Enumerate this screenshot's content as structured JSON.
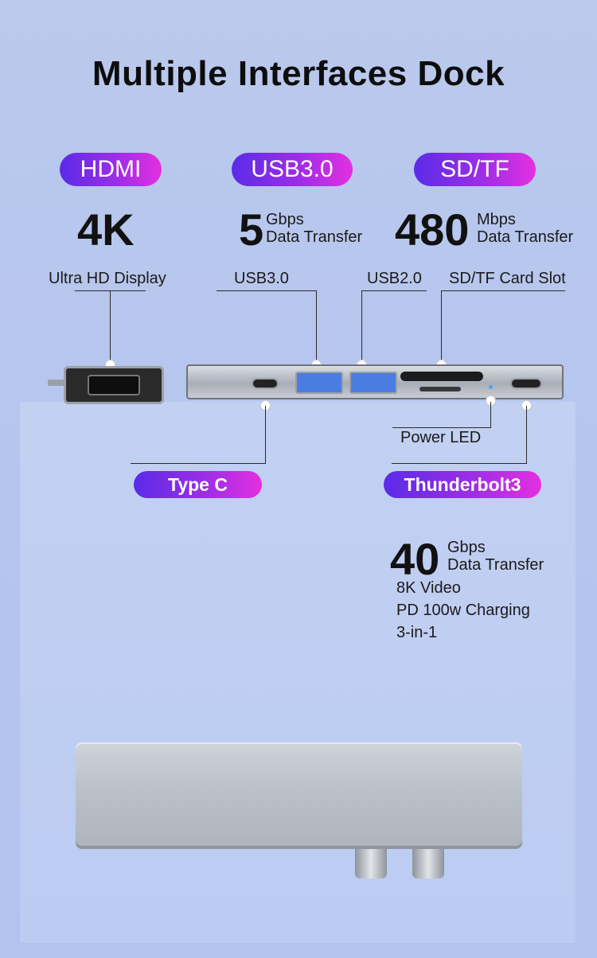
{
  "title": "Multiple Interfaces Dock",
  "features": [
    {
      "badge": "HDMI",
      "big": "4K",
      "unit": "",
      "detail": ""
    },
    {
      "badge": "USB3.0",
      "big": "5",
      "unit": "Gbps",
      "detail": "Data Transfer"
    },
    {
      "badge": "SD/TF",
      "big": "480",
      "unit": "Mbps",
      "detail": "Data Transfer"
    }
  ],
  "labels": {
    "hdmi": "Ultra HD Display",
    "usb3": "USB3.0",
    "usb2": "USB2.0",
    "sd": "SD/TF Card Slot",
    "power_led": "Power LED"
  },
  "badges": {
    "type_c": "Type C",
    "thunderbolt": "Thunderbolt3"
  },
  "thunderbolt_spec": {
    "big": "40",
    "unit": "Gbps",
    "detail": "Data Transfer",
    "lines": [
      "8K Video",
      "PD 100w Charging",
      "3-in-1"
    ]
  },
  "colors": {
    "badge_gradient_start": "#5a2be8",
    "badge_gradient_end": "#e52fe0",
    "background": "#b6c5ee",
    "usb_port": "#4a7de0",
    "led": "#4aa3ff"
  }
}
